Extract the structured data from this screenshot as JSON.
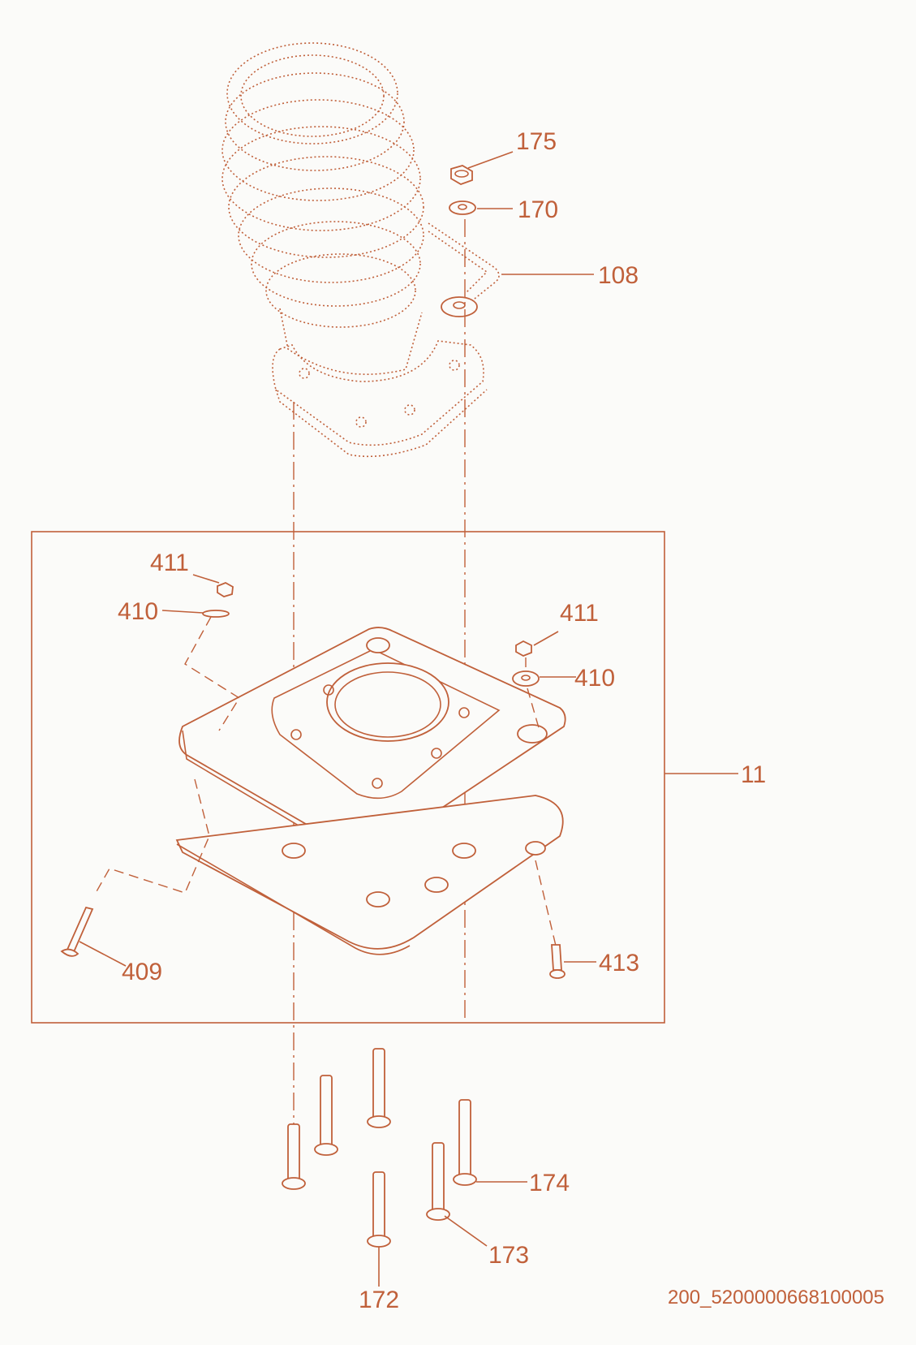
{
  "callouts": {
    "c175": "175",
    "c170": "170",
    "c108": "108",
    "c411a": "411",
    "c410a": "410",
    "c411b": "411",
    "c410b": "410",
    "c11": "11",
    "c409": "409",
    "c413": "413",
    "c174": "174",
    "c173": "173",
    "c172": "172"
  },
  "drawing_number": "200_5200000668100005",
  "colors": {
    "line": "#c0603a",
    "background": "#fbfbf9"
  }
}
